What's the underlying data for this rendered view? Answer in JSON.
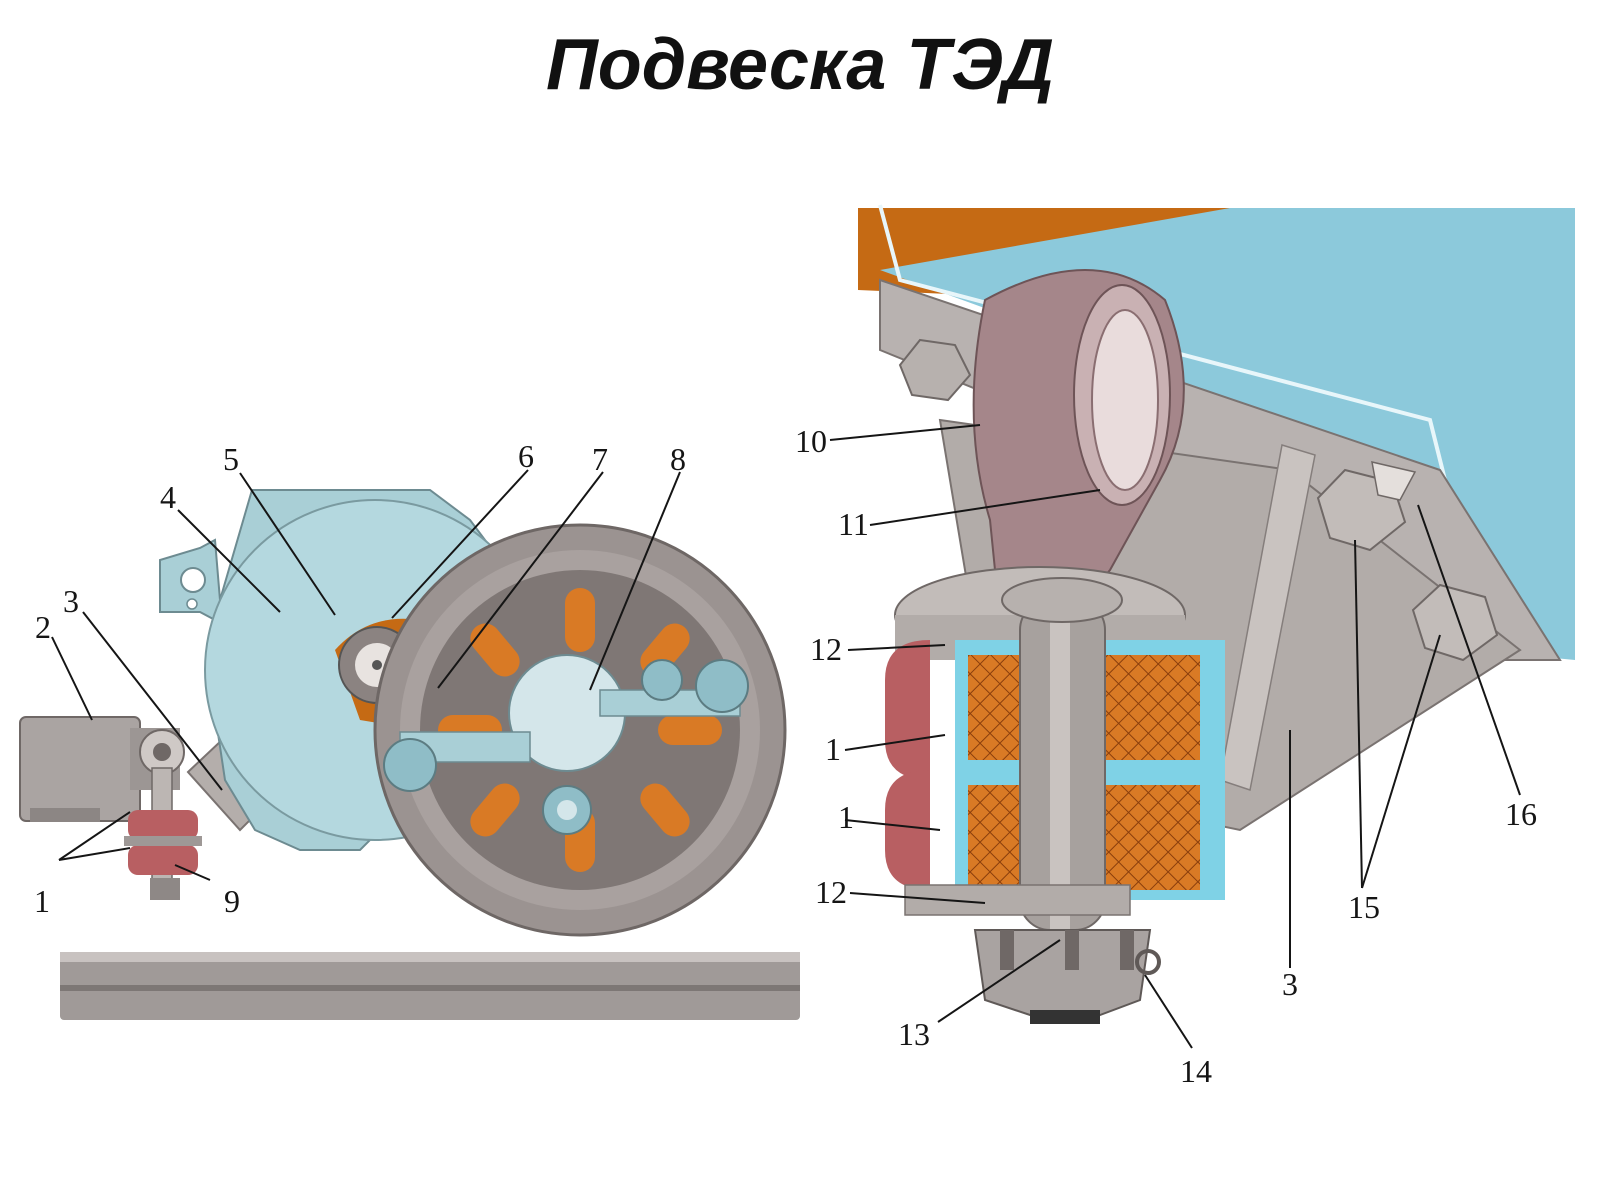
{
  "title": "Подвеска ТЭД",
  "colors": {
    "motor_blue": "#a9cfd6",
    "cab_blue": "#8cc9db",
    "insulator_blue": "#7fd2e6",
    "steel_gray": "#a9a3a1",
    "link_mauve": "#a5868a",
    "rubber_red": "#b85f62",
    "copper_orange": "#d97a25",
    "bronze_top": "#c56a14",
    "rail_gray": "#a09a98"
  },
  "callouts": {
    "left": [
      {
        "id": "c1",
        "text": "1"
      },
      {
        "id": "c2",
        "text": "2"
      },
      {
        "id": "c3",
        "text": "3"
      },
      {
        "id": "c4",
        "text": "4"
      },
      {
        "id": "c5",
        "text": "5"
      },
      {
        "id": "c6",
        "text": "6"
      },
      {
        "id": "c7",
        "text": "7"
      },
      {
        "id": "c8",
        "text": "8"
      },
      {
        "id": "c9",
        "text": "9"
      }
    ],
    "right": [
      {
        "id": "c10",
        "text": "10"
      },
      {
        "id": "c11",
        "text": "11"
      },
      {
        "id": "c12a",
        "text": "12"
      },
      {
        "id": "c1a",
        "text": "1"
      },
      {
        "id": "c1b",
        "text": "1"
      },
      {
        "id": "c12b",
        "text": "12"
      },
      {
        "id": "c13",
        "text": "13"
      },
      {
        "id": "c14",
        "text": "14"
      },
      {
        "id": "c3r",
        "text": "3"
      },
      {
        "id": "c15",
        "text": "15"
      },
      {
        "id": "c16",
        "text": "16"
      }
    ]
  }
}
